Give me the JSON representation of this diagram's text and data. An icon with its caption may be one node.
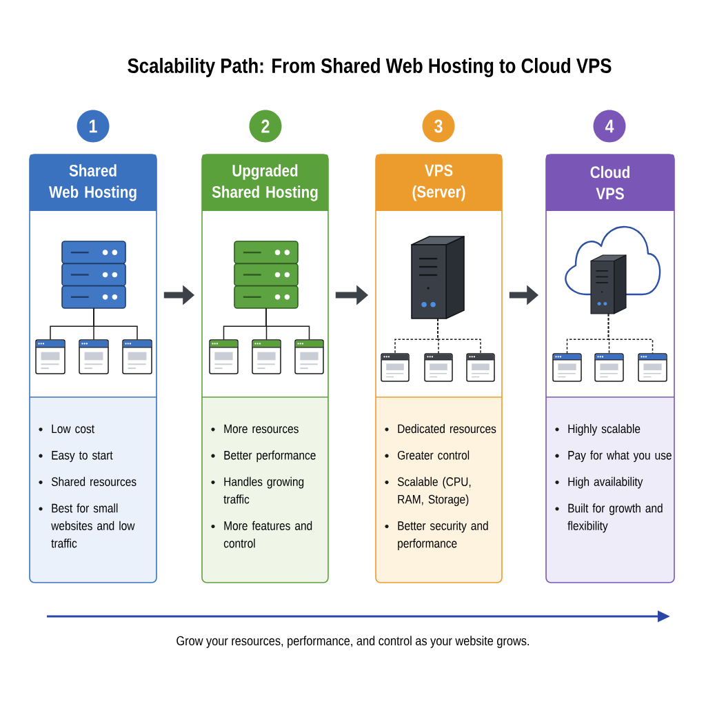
{
  "diagram": {
    "title": "Scalability Path: From Shared Web Hosting to Cloud VPS",
    "nodes": [
      {
        "text": [
          "1"
        ]
      },
      {
        "text": [
          "Shared Web Hosting",
          "Low cost",
          "Easy to start",
          "Shared resources",
          "Best for small websites and low traffic"
        ]
      },
      {
        "text": [],
        "shape": "picture",
        "in": 1
      },
      {
        "text": [],
        "shape": "picture",
        "in": 1
      },
      {
        "text": [],
        "shape": "picture",
        "in": 1
      },
      {
        "text": [],
        "shape": "picture",
        "in": 1
      },
      {
        "text": [
          "2"
        ]
      },
      {
        "text": [
          "Upgraded Shared Hosting",
          "More resources",
          "Better performance",
          "Handles growing traffic",
          "More features and control"
        ]
      },
      {
        "text": [],
        "shape": "picture",
        "in": 7
      },
      {
        "text": [],
        "shape": "picture",
        "in": 7
      },
      {
        "text": [],
        "shape": "picture",
        "in": 7
      },
      {
        "text": [],
        "shape": "picture",
        "in": 7
      },
      {
        "text": [
          "3"
        ]
      },
      {
        "text": [
          "VPS (Server)",
          "Dedicated resources",
          "Greater control",
          "Scalable (CPU, RAM, Storage)",
          "Better security and performance"
        ]
      },
      {
        "text": [],
        "shape": "picture",
        "in": 13
      },
      {
        "text": [],
        "shape": "picture",
        "in": 13
      },
      {
        "text": [],
        "shape": "picture",
        "in": 13
      },
      {
        "text": [],
        "shape": "picture",
        "in": 13
      },
      {
        "text": [
          "4"
        ]
      },
      {
        "text": [
          "Cloud VPS",
          "Highly scalable",
          "Pay for what you use",
          "High availability",
          "Built for growth and flexibility"
        ]
      },
      {
        "text": [],
        "shape": "picture",
        "in": 19
      },
      {
        "text": [],
        "shape": "picture",
        "in": 19
      },
      {
        "text": [],
        "shape": "picture",
        "in": 19
      },
      {
        "text": [],
        "shape": "picture",
        "in": 19
      }
    ],
    "edges": [
      {
        "from": 1,
        "to": 7,
        "arrow": "to",
        "style": "thick",
        "color": "#3d4148"
      },
      {
        "from": 7,
        "to": 13,
        "arrow": "to",
        "style": "thick",
        "color": "#3d4148"
      },
      {
        "from": 13,
        "to": 19,
        "arrow": "to",
        "style": "thick",
        "color": "#3d4148"
      },
      {
        "from": 2,
        "to": 3,
        "arrow": "none"
      },
      {
        "from": 2,
        "to": 4,
        "arrow": "none"
      },
      {
        "from": 2,
        "to": 5,
        "arrow": "none"
      },
      {
        "from": 8,
        "to": 9,
        "arrow": "none"
      },
      {
        "from": 8,
        "to": 10,
        "arrow": "none"
      },
      {
        "from": 8,
        "to": 11,
        "arrow": "none"
      },
      {
        "from": 14,
        "to": 15,
        "arrow": "none",
        "style": "dashed"
      },
      {
        "from": 14,
        "to": 16,
        "arrow": "none",
        "style": "dashed"
      },
      {
        "from": 14,
        "to": 17,
        "arrow": "none",
        "style": "dashed"
      },
      {
        "from": 20,
        "to": 21,
        "arrow": "none",
        "style": "dashed"
      },
      {
        "from": 20,
        "to": 22,
        "arrow": "none",
        "style": "dashed"
      },
      {
        "from": 20,
        "to": 23,
        "arrow": "none",
        "style": "dashed"
      }
    ],
    "caption": "Grow your resources, performance, and control as your website grows."
  }
}
